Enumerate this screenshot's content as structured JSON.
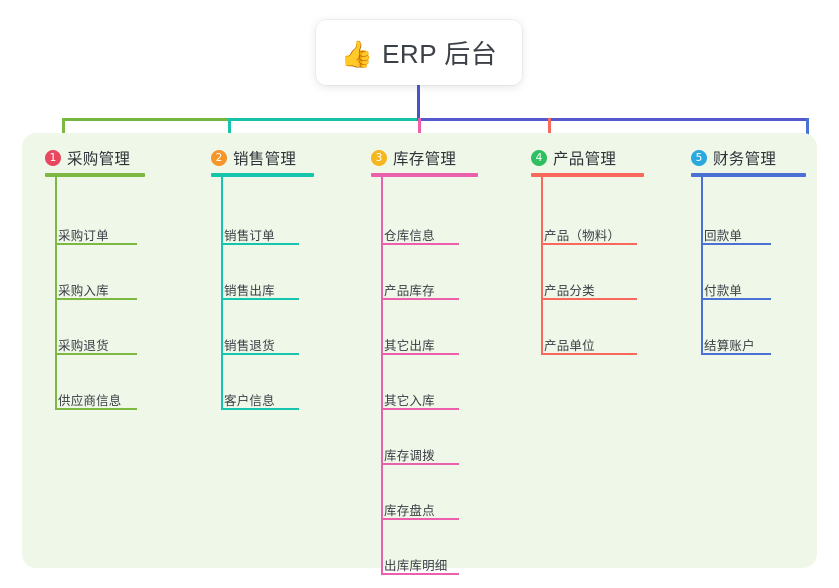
{
  "diagram": {
    "type": "mind-map",
    "root": {
      "icon": "thumbs-up-icon",
      "icon_glyph": "👍",
      "label": "ERP 后台"
    },
    "panel_color": "#eef7e8",
    "trunk": {
      "stem_color": "#4356c4",
      "segment_left_color": "#74b740",
      "segment_mid_color": "#15c3a8",
      "segment_right_color": "#5558cf"
    },
    "branches": [
      {
        "number": "1",
        "label": "采购管理",
        "badge_color": "#e8475f",
        "line_color": "#7cb842",
        "drop_color": "#7cb842",
        "items": [
          "采购订单",
          "采购入库",
          "采购退货",
          "供应商信息"
        ]
      },
      {
        "number": "2",
        "label": "销售管理",
        "badge_color": "#f5952a",
        "line_color": "#16c5ab",
        "drop_color": "#16c5ab",
        "items": [
          "销售订单",
          "销售出库",
          "销售退货",
          "客户信息"
        ]
      },
      {
        "number": "3",
        "label": "库存管理",
        "badge_color": "#f5b71d",
        "line_color": "#ec5fad",
        "drop_color": "#ec5fad",
        "items": [
          "仓库信息",
          "产品库存",
          "其它出库",
          "其它入库",
          "库存调拨",
          "库存盘点",
          "出库库明细"
        ]
      },
      {
        "number": "4",
        "label": "产品管理",
        "badge_color": "#2fbf61",
        "line_color": "#f8685c",
        "drop_color": "#f8685c",
        "items": [
          "产品（物料）",
          "产品分类",
          "产品单位"
        ]
      },
      {
        "number": "5",
        "label": "财务管理",
        "badge_color": "#2aa9e0",
        "line_color": "#4a72d4",
        "drop_color": "#4a72d4",
        "items": [
          "回款单",
          "付款单",
          "结算账户"
        ]
      }
    ]
  }
}
